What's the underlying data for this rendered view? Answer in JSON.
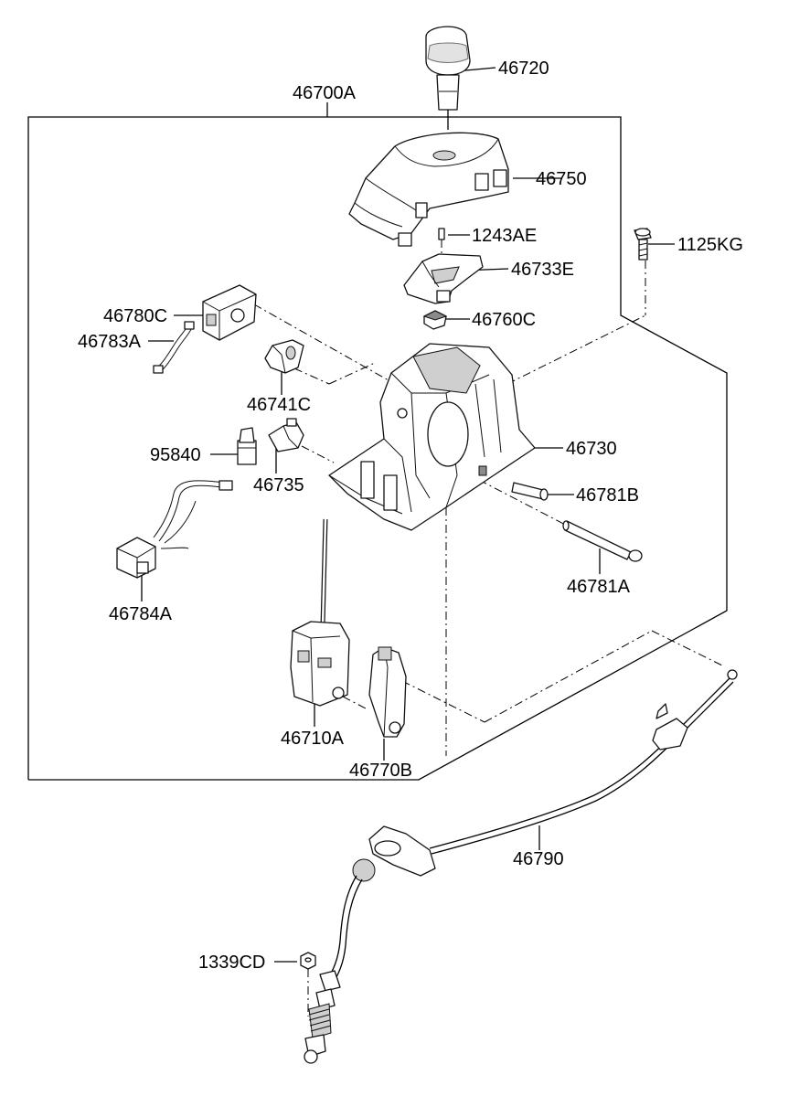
{
  "diagram": {
    "labels": {
      "assembly": "46700A",
      "knob": "46720",
      "indicator_cover": "46750",
      "pin": "1243AE",
      "plate": "46733E",
      "bolt": "1125KG",
      "block": "46760C",
      "solenoid": "46780C",
      "wire": "46783A",
      "bracket": "46741C",
      "housing": "46730",
      "switch": "95840",
      "clip": "46735",
      "sleeve": "46781B",
      "shaft": "46781A",
      "harness": "46784A",
      "lever": "46710A",
      "detent": "46770B",
      "cable": "46790",
      "nut": "1339CD"
    }
  }
}
